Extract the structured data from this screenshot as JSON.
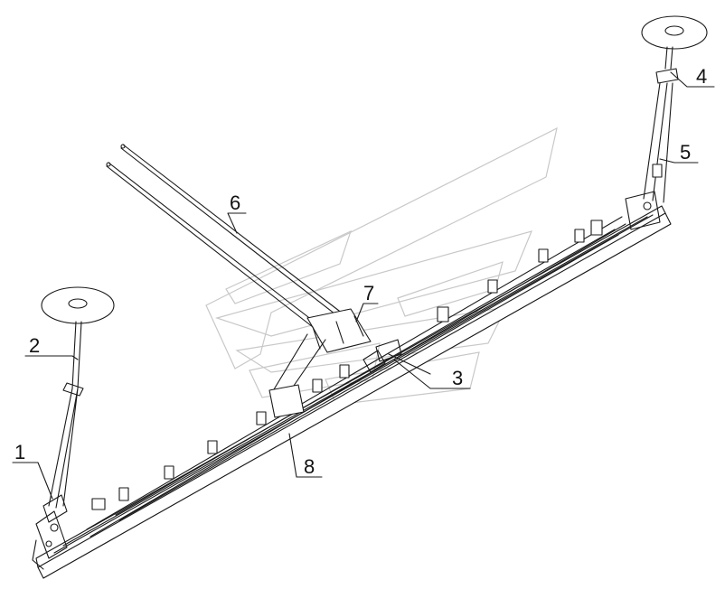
{
  "diagram": {
    "callouts": [
      {
        "id": "c1",
        "label": "1"
      },
      {
        "id": "c2",
        "label": "2"
      },
      {
        "id": "c3",
        "label": "3"
      },
      {
        "id": "c4",
        "label": "4"
      },
      {
        "id": "c5",
        "label": "5"
      },
      {
        "id": "c6",
        "label": "6"
      },
      {
        "id": "c7",
        "label": "7"
      },
      {
        "id": "c8",
        "label": "8"
      }
    ]
  }
}
